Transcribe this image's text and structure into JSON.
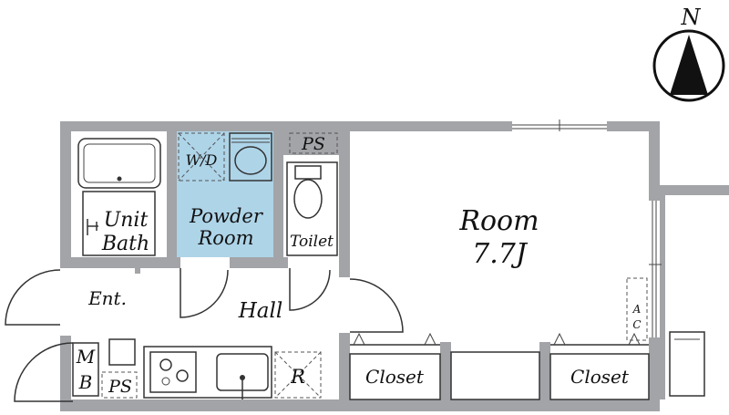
{
  "compass": {
    "north_label": "N"
  },
  "rooms": {
    "unit_bath": [
      "Unit",
      "Bath"
    ],
    "powder_room": [
      "Powder",
      "Room"
    ],
    "toilet": "Toilet",
    "room": [
      "Room",
      "7.7J"
    ],
    "hall": "Hall",
    "entrance": "Ent.",
    "closet_left": "Closet",
    "closet_right": "Closet"
  },
  "fixtures": {
    "washer": "W/D",
    "pipe_space_top": "PS",
    "pipe_space_bottom": "PS",
    "refrigerator": "R",
    "meter_box": [
      "M",
      "B"
    ],
    "air_conditioner": [
      "A",
      "C"
    ]
  },
  "colors": {
    "wall": "#a3a4a8",
    "wet_area": "#aed4e8",
    "closet": "#e6cfa8"
  }
}
